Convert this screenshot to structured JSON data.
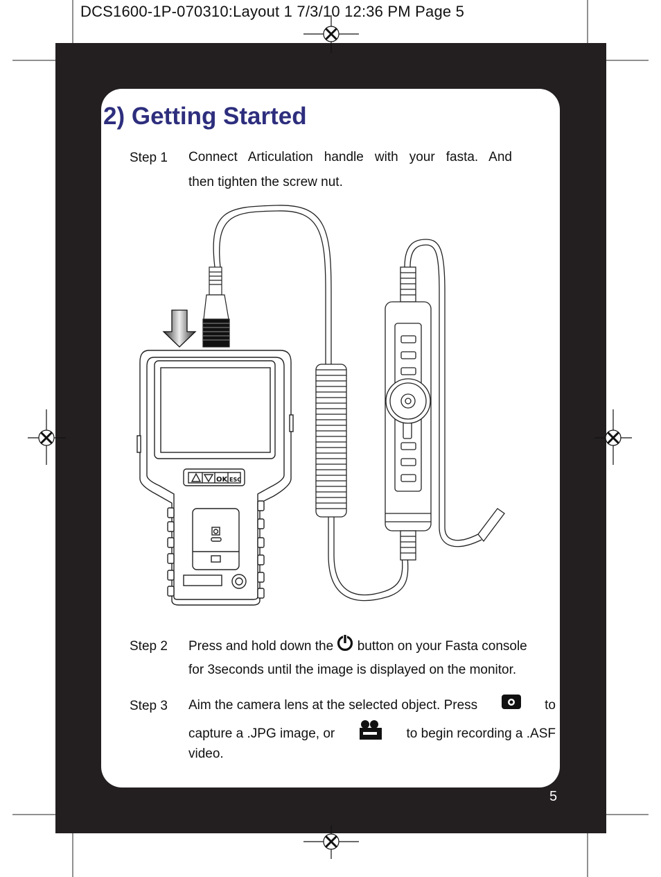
{
  "slug_line": "DCS1600-1P-070310:Layout 1  7/3/10  12:36 PM  Page 5",
  "title": "2) Getting Started",
  "steps": [
    {
      "label": "Step 1",
      "line1": "Connect Articulation handle with your fasta. And",
      "line2": "then tighten the screw nut."
    },
    {
      "label": "Step 2",
      "line1_a": "Press and hold down the",
      "line1_b": "button on your Fasta console",
      "line2": "for 3seconds until the image is displayed on the monitor.",
      "icon": "power-icon"
    },
    {
      "label": "Step 3",
      "line1_a": "Aim the camera lens at the selected object. Press",
      "line1_b": "to",
      "line2_a": "capture a .JPG image, or",
      "line2_b": "to begin recording a .ASF",
      "line3": "video.",
      "icons": [
        "camera-icon",
        "video-camera-icon"
      ]
    }
  ],
  "device_keys": [
    "OK",
    "ESC"
  ],
  "page_number": "5"
}
